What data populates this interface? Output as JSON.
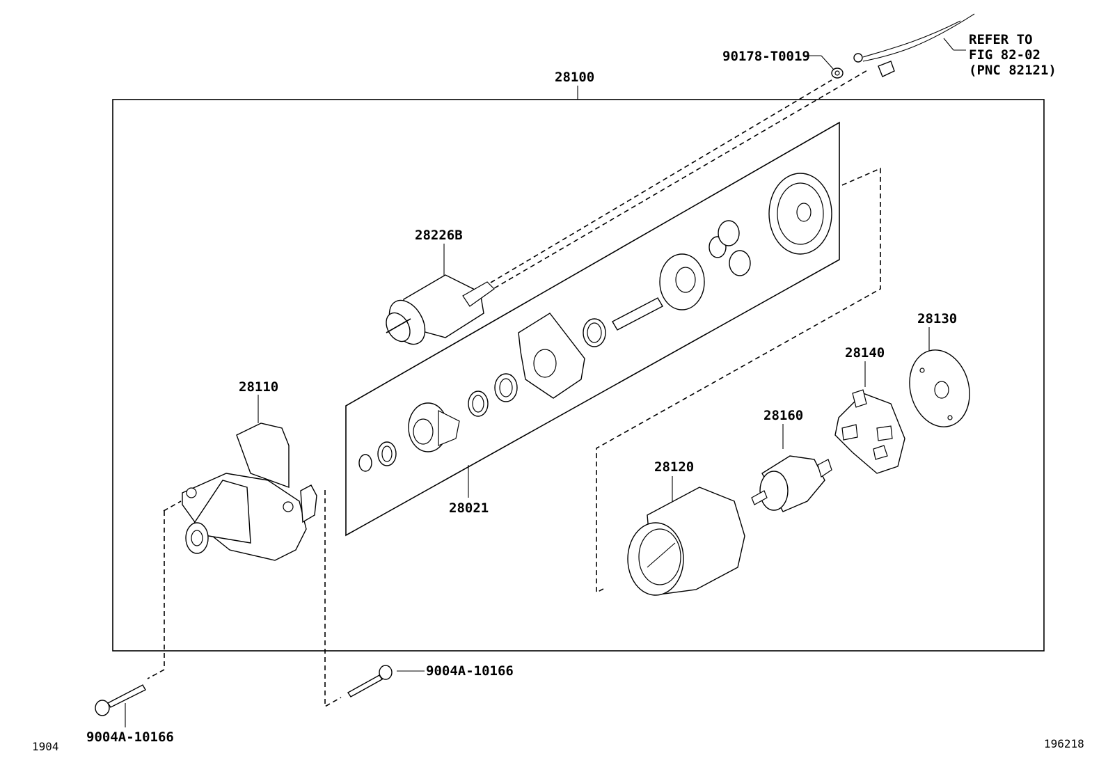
{
  "labels": {
    "assembly": "28100",
    "solenoid": "28226B",
    "housing": "28110",
    "kit": "28021",
    "yoke": "28120",
    "armature": "28160",
    "brush_holder": "28140",
    "end_frame": "28130",
    "nut": "90178-T0019",
    "bolt_right": "9004A-10166",
    "bolt_left": "9004A-10166"
  },
  "reference": {
    "line1": "REFER TO",
    "line2": "FIG 82-02",
    "line3": "(PNC 82121)"
  },
  "footer": {
    "left_code": "1904",
    "right_code": "196218"
  }
}
